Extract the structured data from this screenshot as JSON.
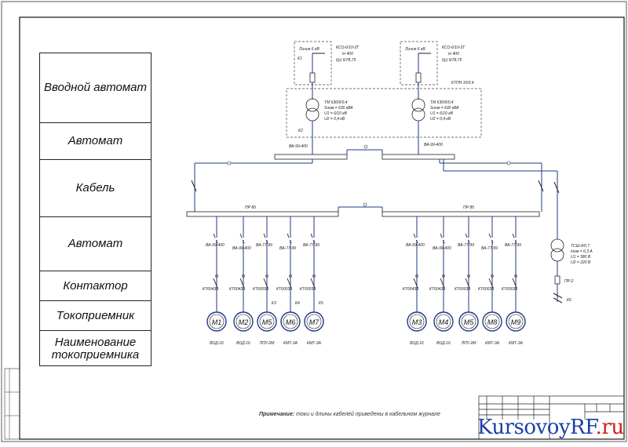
{
  "legend": [
    {
      "label": "Вводной автомат"
    },
    {
      "label": "Автомат"
    },
    {
      "label": "Кабель"
    },
    {
      "label": "Автомат"
    },
    {
      "label": "Контактор"
    },
    {
      "label": "Токоприемник"
    },
    {
      "label": "Наименование токоприемника"
    }
  ],
  "inputs": {
    "left": {
      "line": "Линия 6 кВ",
      "switch": "КСО-6/10-3Т",
      "current": "Iн 400",
      "rating": "I(у) 6/78,75",
      "ct": "К1"
    },
    "right": {
      "line": "Линия 6 кВ",
      "switch": "КСО-6/10-3Т",
      "current": "Iн 400",
      "rating": "I(у) 6/78,75"
    }
  },
  "ktp_label": "КТПН 10/0,4",
  "transformers": {
    "left": {
      "model": "ТМ 630/6/0,4",
      "s": "Sном = 630 кВА",
      "u1": "U1 = 6/10 кВ",
      "u2": "U2 = 0,4 кВ",
      "tag": "К2"
    },
    "right": {
      "model": "ТМ 630/6/0,4",
      "s": "Sном = 630 кВА",
      "u1": "U1 = 6/10 кВ",
      "u2": "U2 = 0,4 кВ"
    }
  },
  "main_breakers": {
    "left": "ВА-99-400",
    "right": "ВА-99-400"
  },
  "bus_labels": {
    "left": "ПР 85",
    "right": "ПР 85"
  },
  "left_feeders": {
    "breakers": [
      "ВА-99-400",
      "ВА-99-400",
      "ВА-77-99",
      "ВА-77-99",
      "ВА-77-99"
    ],
    "contactors": [
      "КТ6043А",
      "КТ6043А",
      "КТ6003А",
      "КТ6003А",
      "КТ6003А"
    ],
    "tags": [
      "К3",
      "К4",
      "К5"
    ],
    "motors": [
      "М1",
      "М2",
      "М5",
      "М6",
      "М7"
    ],
    "names": [
      "ВОД-16",
      "ВОД-16",
      "ЛПУ-2М",
      "КМТ-3А",
      "КМТ-3А"
    ]
  },
  "right_feeders": {
    "breakers": [
      "ВА-99-400",
      "ВА-99-400",
      "ВА-77-99",
      "ВА-77-99",
      "ВА-77-99"
    ],
    "contactors": [
      "КТ6043А",
      "КТ6043А",
      "КТ6003А",
      "КТ6003А",
      "КТ6003А"
    ],
    "motors": [
      "М3",
      "М4",
      "М5",
      "М8",
      "М9"
    ],
    "names": [
      "ВОД-16",
      "ВОД-16",
      "ЛПУ-2М",
      "КМТ-3А",
      "КМТ-3А"
    ]
  },
  "aux_transformer": {
    "model": "ТСШ-4/0,7",
    "i": "Iном = 6,3 А",
    "u1": "U1 = 380 В",
    "u2": "U2 = 220 В",
    "fuse": "ПР-2",
    "tag": "К6"
  },
  "note": {
    "bold": "Примечание:",
    "text": " токи и длины кабелей приведены в кабельном журнале"
  },
  "watermark": {
    "main": "KursovoyRF",
    "accent": ".ru"
  }
}
